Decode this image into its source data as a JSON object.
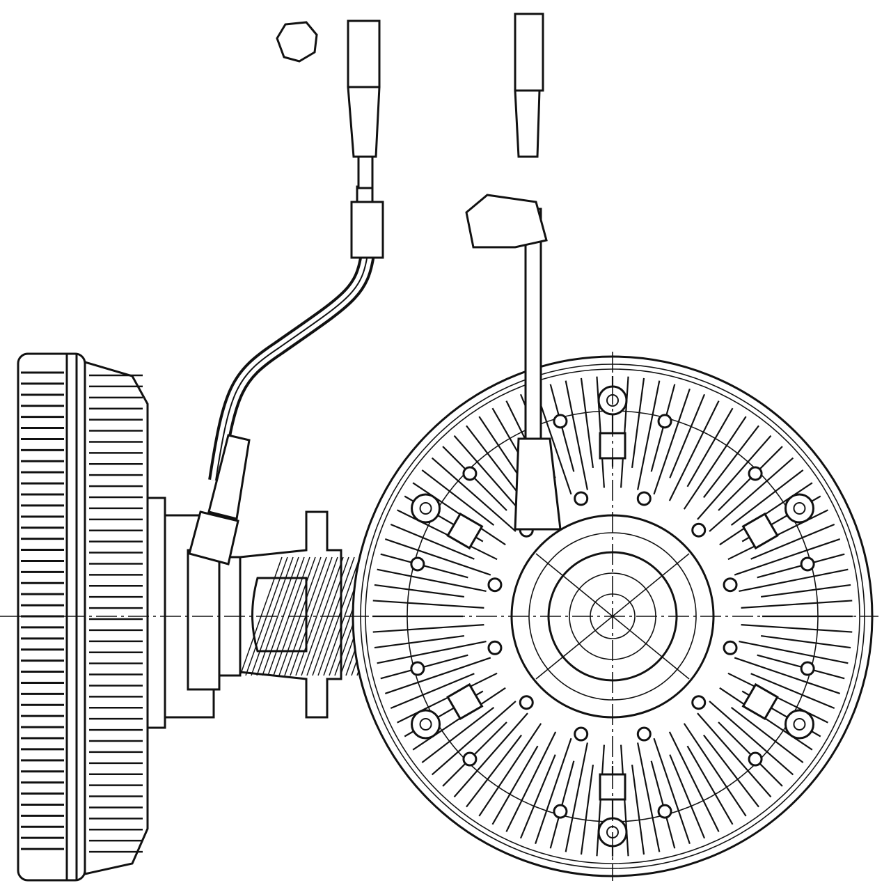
{
  "drawing": {
    "colors": {
      "line": "#111111",
      "background": "#ffffff"
    },
    "front_view": {
      "fin_count": 96,
      "outer_bolt_holes": 12,
      "inner_bolt_holes": 12,
      "mount_lugs": 6
    },
    "side_view": {
      "fin_count": 44
    }
  }
}
